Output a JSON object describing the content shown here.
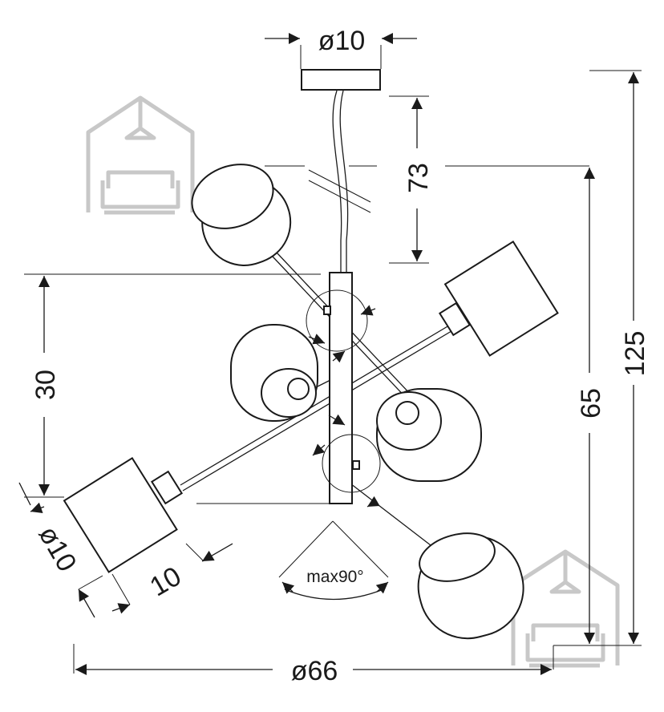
{
  "dimensions": {
    "canopy_diameter": "ø10",
    "drop_length": "73",
    "total_height": "125",
    "body_height": "65",
    "arm_span": "30",
    "shade_diameter": "ø10",
    "shade_length": "10",
    "overall_width": "ø66"
  },
  "angle_label": "max90°",
  "watermark_icon": "house-lamp-logo",
  "colors": {
    "line": "#1a1a1a",
    "watermark": "#c8c8c8",
    "background": "#ffffff"
  }
}
